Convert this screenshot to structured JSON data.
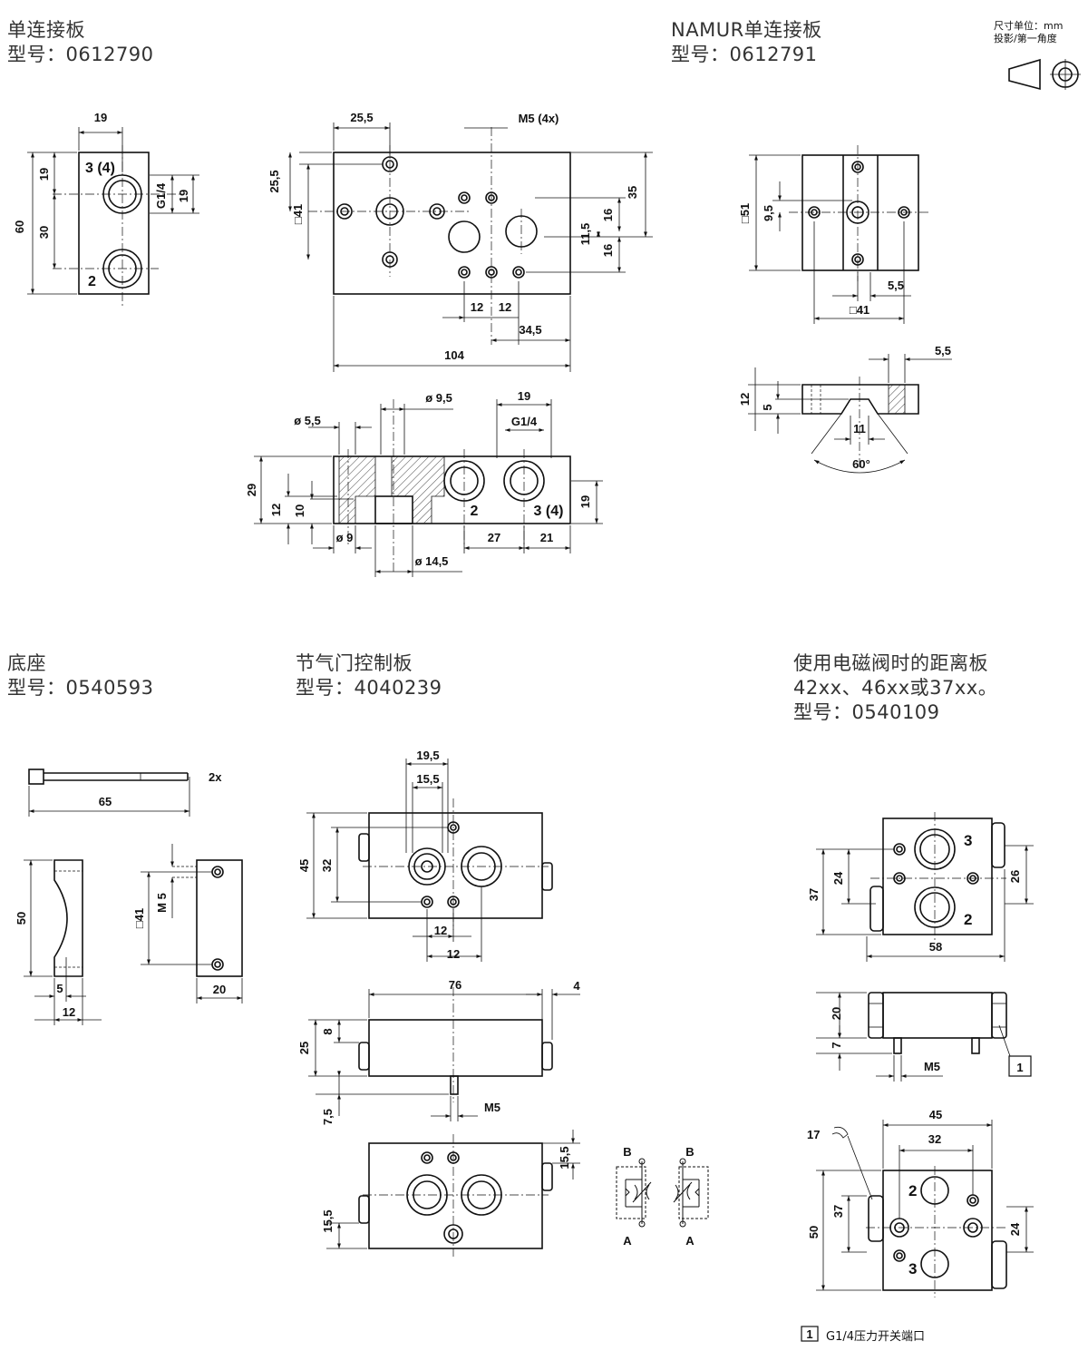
{
  "headings": {
    "single_plate": {
      "title": "单连接板",
      "model": "型号：0612790"
    },
    "namur_plate": {
      "title": "NAMUR单连接板",
      "model": "型号：0612791"
    },
    "base": {
      "title": "底座",
      "model": "型号：0540593"
    },
    "throttle_plate": {
      "title": "节气门控制板",
      "model": "型号：4040239"
    },
    "spacer_plate": {
      "title": "使用电磁阀时的距离板",
      "line2": "42xx、46xx或37xx。",
      "model": "型号：0540109"
    }
  },
  "units": {
    "line1": "尺寸单位：mm",
    "line2": "投影/第一角度"
  },
  "footnote": {
    "number": "1",
    "text": "G1/4压力开关端口"
  },
  "dims": {
    "d19": "19",
    "d60": "60",
    "d30": "30",
    "g14": "G1/4",
    "p34": "3 (4)",
    "p2": "2",
    "d255": "25,5",
    "m5x4": "M5 (4x)",
    "d41": "□41",
    "d35": "35",
    "d115": "11,5",
    "d16": "16",
    "d12": "12",
    "d345": "34,5",
    "d104": "104",
    "d95dia": "ø 9,5",
    "d55dia": "ø 5,5",
    "d29": "29",
    "d10": "10",
    "d9dia": "ø 9",
    "d27": "27",
    "d21": "21",
    "d145dia": "ø 14,5",
    "d51": "□51",
    "d95": "9,5",
    "d55": "5,5",
    "d5": "5",
    "d11": "11",
    "d60deg": "60°",
    "d65": "65",
    "x2": "2x",
    "d50": "50",
    "m5": "M 5",
    "d20": "20",
    "d195": "19,5",
    "d155": "15,5",
    "d45": "45",
    "d32": "32",
    "d76": "76",
    "d4": "4",
    "d25": "25",
    "d8": "8",
    "d75": "7,5",
    "m5b": "M5",
    "valve_b": "B",
    "valve_a": "A",
    "p3": "3",
    "d37": "37",
    "d24": "24",
    "d26": "26",
    "d58": "58",
    "d7": "7",
    "callout": "1",
    "d17": "17"
  }
}
